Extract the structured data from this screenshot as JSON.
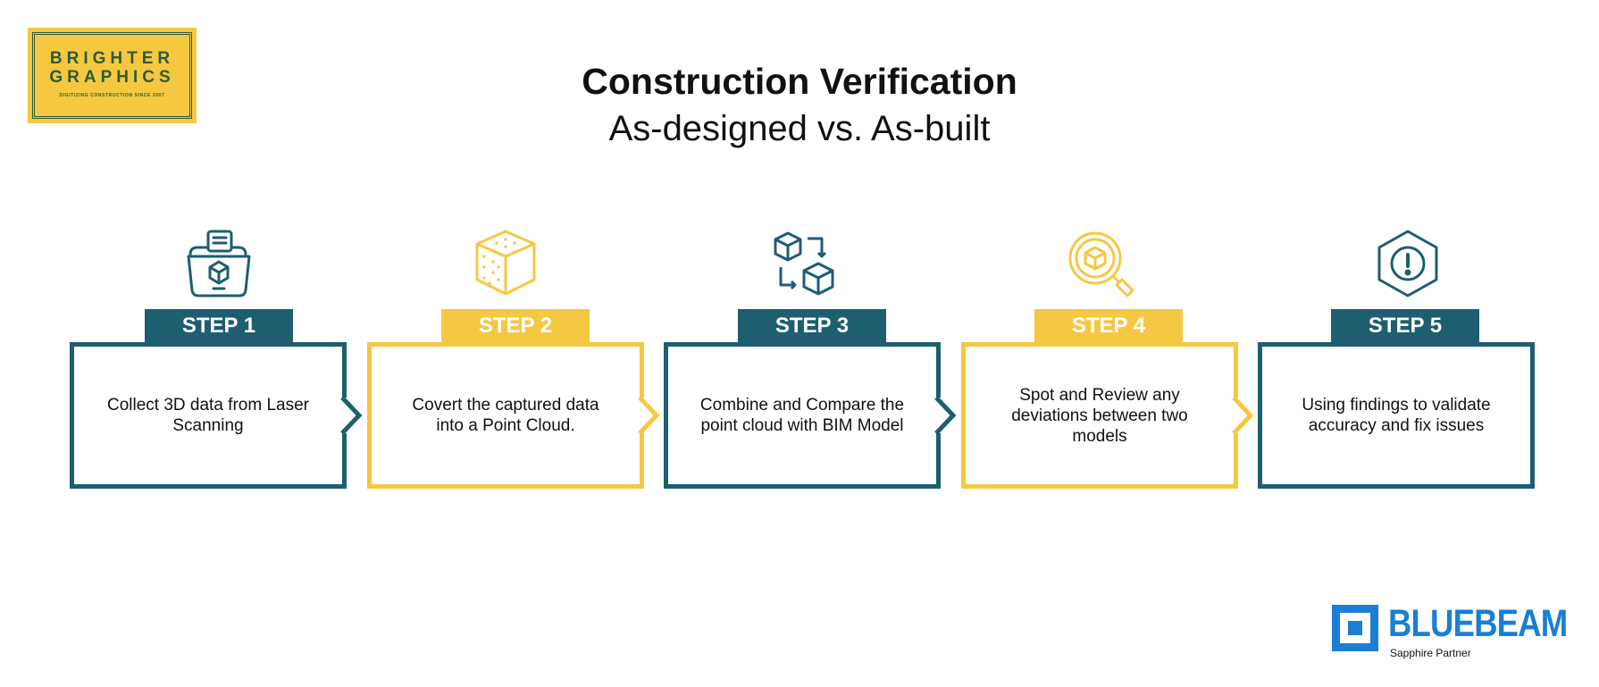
{
  "logo": {
    "line1": "BRIGHTER",
    "line2": "GRAPHICS",
    "tagline": "DIGITIZING CONSTRUCTION SINCE 2007"
  },
  "header": {
    "title": "Construction Verification",
    "subtitle": "As-designed vs. As-built"
  },
  "colors": {
    "teal": "#1d5e70",
    "yellow": "#f5c842",
    "bluebeam": "#1a7fd4"
  },
  "steps": [
    {
      "label": "STEP 1",
      "text": "Collect 3D data from Laser Scanning",
      "icon": "folder-cube-icon",
      "color": "teal"
    },
    {
      "label": "STEP 2",
      "text": "Covert the captured data into a Point Cloud.",
      "icon": "point-cloud-cube-icon",
      "color": "yellow"
    },
    {
      "label": "STEP 3",
      "text": "Combine and Compare the point cloud with BIM Model",
      "icon": "compare-cubes-icon",
      "color": "teal"
    },
    {
      "label": "STEP 4",
      "text": "Spot and Review any deviations between two models",
      "icon": "magnifier-cube-icon",
      "color": "yellow"
    },
    {
      "label": "STEP 5",
      "text": "Using findings to validate accuracy and fix issues",
      "icon": "hexagon-alert-icon",
      "color": "teal"
    }
  ],
  "partner": {
    "name": "BLUEBEAM",
    "level": "Sapphire Partner"
  }
}
